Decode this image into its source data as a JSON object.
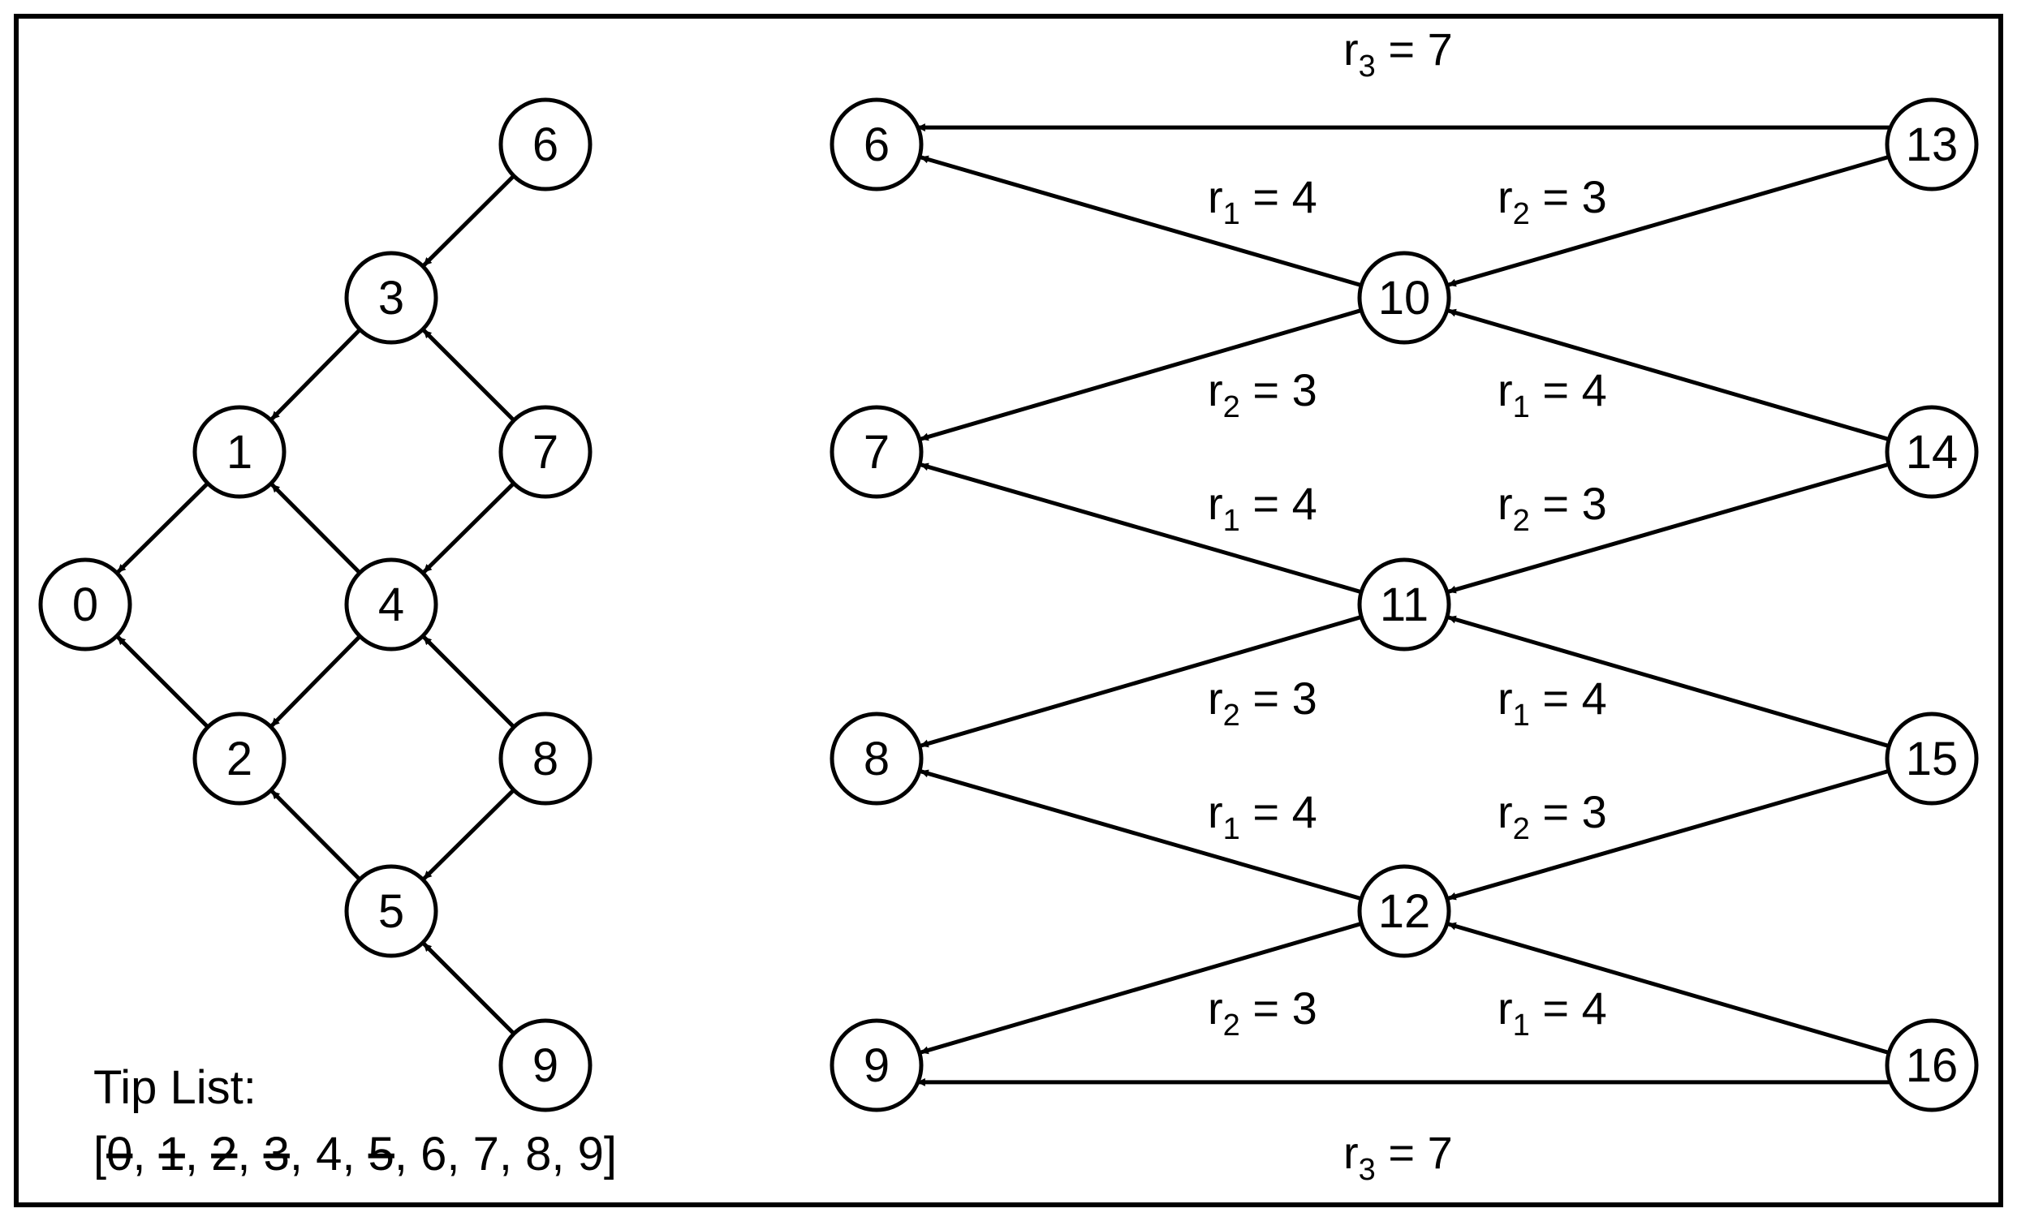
{
  "colors": {
    "stroke": "#000000",
    "background": "#ffffff"
  },
  "left_graph": {
    "nodes": [
      {
        "id": "L0",
        "label": "0"
      },
      {
        "id": "L1",
        "label": "1"
      },
      {
        "id": "L2",
        "label": "2"
      },
      {
        "id": "L3",
        "label": "3"
      },
      {
        "id": "L4",
        "label": "4"
      },
      {
        "id": "L5",
        "label": "5"
      },
      {
        "id": "L6",
        "label": "6"
      },
      {
        "id": "L7",
        "label": "7"
      },
      {
        "id": "L8",
        "label": "8"
      },
      {
        "id": "L9",
        "label": "9"
      }
    ],
    "edges": [
      {
        "from": "L6",
        "to": "L3"
      },
      {
        "from": "L3",
        "to": "L1"
      },
      {
        "from": "L7",
        "to": "L3"
      },
      {
        "from": "L7",
        "to": "L4"
      },
      {
        "from": "L4",
        "to": "L1"
      },
      {
        "from": "L1",
        "to": "L0"
      },
      {
        "from": "L2",
        "to": "L0"
      },
      {
        "from": "L4",
        "to": "L2"
      },
      {
        "from": "L8",
        "to": "L4"
      },
      {
        "from": "L8",
        "to": "L5"
      },
      {
        "from": "L5",
        "to": "L2"
      },
      {
        "from": "L9",
        "to": "L5"
      }
    ]
  },
  "tip_list": {
    "heading": "Tip List:",
    "open": "[",
    "close": "]",
    "separator": ", ",
    "items": [
      {
        "label": "0",
        "removed": true
      },
      {
        "label": "1",
        "removed": true
      },
      {
        "label": "2",
        "removed": true
      },
      {
        "label": "3",
        "removed": true
      },
      {
        "label": "4",
        "removed": false
      },
      {
        "label": "5",
        "removed": true
      },
      {
        "label": "6",
        "removed": false
      },
      {
        "label": "7",
        "removed": false
      },
      {
        "label": "8",
        "removed": false
      },
      {
        "label": "9",
        "removed": false
      }
    ]
  },
  "right_graph": {
    "nodes": [
      {
        "id": "R6",
        "label": "6"
      },
      {
        "id": "R7",
        "label": "7"
      },
      {
        "id": "R8",
        "label": "8"
      },
      {
        "id": "R9",
        "label": "9"
      },
      {
        "id": "R10",
        "label": "10"
      },
      {
        "id": "R11",
        "label": "11"
      },
      {
        "id": "R12",
        "label": "12"
      },
      {
        "id": "R13",
        "label": "13"
      },
      {
        "id": "R14",
        "label": "14"
      },
      {
        "id": "R15",
        "label": "15"
      },
      {
        "id": "R16",
        "label": "16"
      }
    ],
    "edges": [
      {
        "from": "R13",
        "to": "R6",
        "label": {
          "var": "r",
          "sub": "3",
          "rest": " = 7"
        }
      },
      {
        "from": "R10",
        "to": "R6",
        "label": {
          "var": "r",
          "sub": "1",
          "rest": " = 4"
        }
      },
      {
        "from": "R13",
        "to": "R10",
        "label": {
          "var": "r",
          "sub": "2",
          "rest": " = 3"
        }
      },
      {
        "from": "R10",
        "to": "R7",
        "label": {
          "var": "r",
          "sub": "2",
          "rest": " = 3"
        }
      },
      {
        "from": "R14",
        "to": "R10",
        "label": {
          "var": "r",
          "sub": "1",
          "rest": " = 4"
        }
      },
      {
        "from": "R11",
        "to": "R7",
        "label": {
          "var": "r",
          "sub": "1",
          "rest": " = 4"
        }
      },
      {
        "from": "R14",
        "to": "R11",
        "label": {
          "var": "r",
          "sub": "2",
          "rest": " = 3"
        }
      },
      {
        "from": "R11",
        "to": "R8",
        "label": {
          "var": "r",
          "sub": "2",
          "rest": " = 3"
        }
      },
      {
        "from": "R15",
        "to": "R11",
        "label": {
          "var": "r",
          "sub": "1",
          "rest": " = 4"
        }
      },
      {
        "from": "R12",
        "to": "R8",
        "label": {
          "var": "r",
          "sub": "1",
          "rest": " = 4"
        }
      },
      {
        "from": "R15",
        "to": "R12",
        "label": {
          "var": "r",
          "sub": "2",
          "rest": " = 3"
        }
      },
      {
        "from": "R12",
        "to": "R9",
        "label": {
          "var": "r",
          "sub": "2",
          "rest": " = 3"
        }
      },
      {
        "from": "R16",
        "to": "R12",
        "label": {
          "var": "r",
          "sub": "1",
          "rest": " = 4"
        }
      },
      {
        "from": "R16",
        "to": "R9",
        "label": {
          "var": "r",
          "sub": "3",
          "rest": " = 7"
        }
      }
    ]
  }
}
